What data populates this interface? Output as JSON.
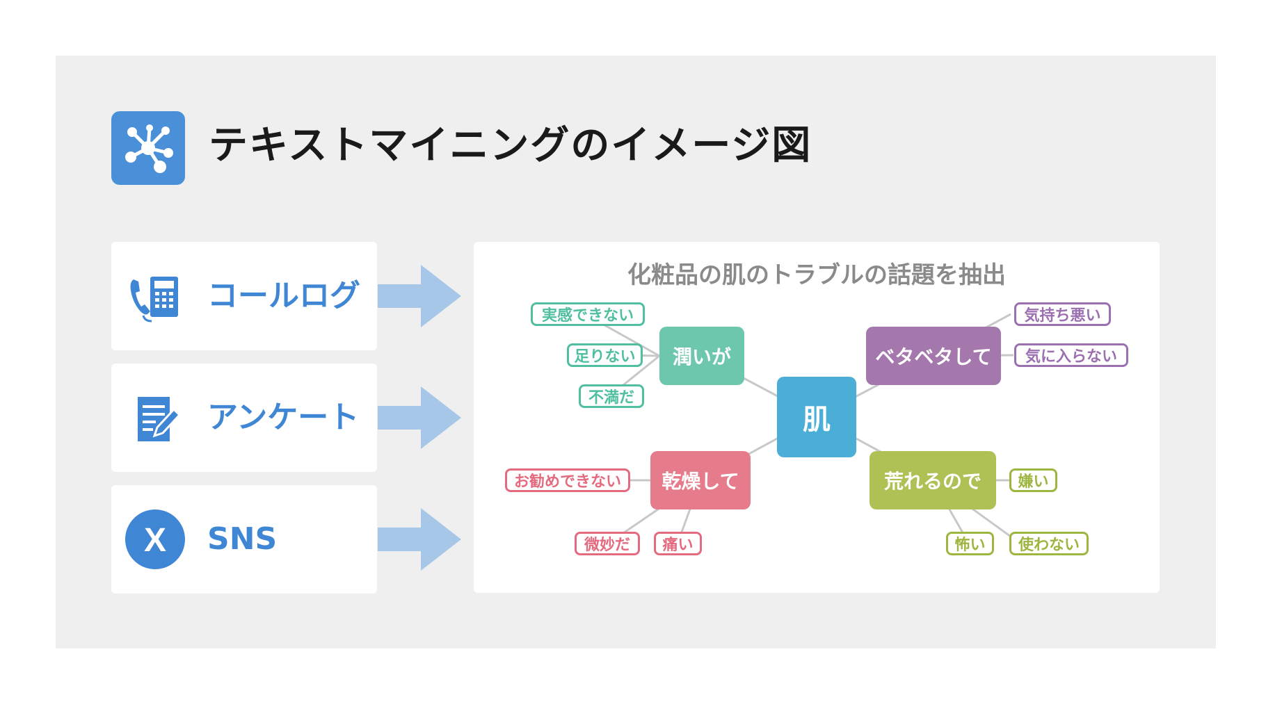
{
  "header": {
    "title": "テキストマイニングのイメージ図",
    "icon": "network-icon",
    "icon_color": "#4a90d9"
  },
  "sources": [
    {
      "label": "コールログ",
      "icon": "phone-icon"
    },
    {
      "label": "アンケート",
      "icon": "survey-icon"
    },
    {
      "label": "SNS",
      "icon": "x-logo-icon"
    }
  ],
  "source_color": "#3f86d4",
  "arrow_color": "#a6c7e8",
  "mindmap": {
    "title": "化粧品の肌のトラブルの話題を抽出",
    "center": {
      "label": "肌",
      "color": "#4aaed6"
    },
    "branches": [
      {
        "label": "潤いが",
        "color": "#6cc7ad",
        "tags": [
          "実感できない",
          "足りない",
          "不満だ"
        ]
      },
      {
        "label": "ベタベタして",
        "color": "#a477ad",
        "tags": [
          "気持ち悪い",
          "気に入らない"
        ]
      },
      {
        "label": "乾燥して",
        "color": "#e67c8b",
        "tags": [
          "お勧めできない",
          "微妙だ",
          "痛い"
        ]
      },
      {
        "label": "荒れるので",
        "color": "#afc155",
        "tags": [
          "嫌い",
          "怖い",
          "使わない"
        ]
      }
    ]
  }
}
